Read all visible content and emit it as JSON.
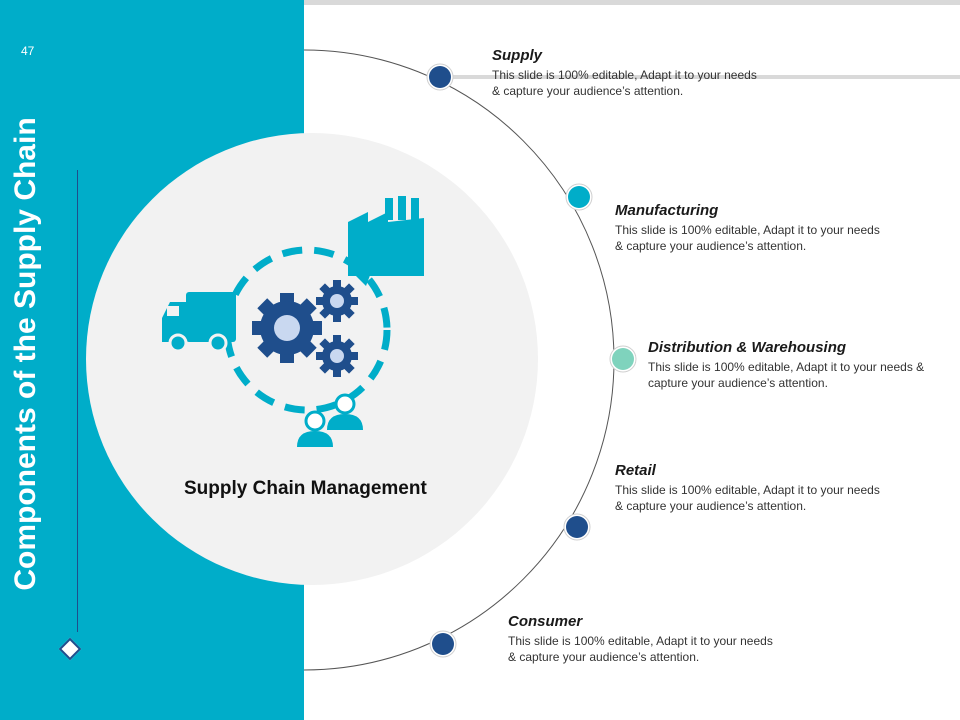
{
  "slide": {
    "page_number": "47",
    "title": "Components of the Supply Chain"
  },
  "center": {
    "label": "Supply Chain Management",
    "icons": [
      "truck-icon",
      "gears-icon",
      "factory-icon",
      "people-icon"
    ]
  },
  "components": [
    {
      "title": "Supply",
      "desc": "This slide is 100% editable, Adapt it to your needs & capture your audience’s attention.",
      "color": "#1f4e8c"
    },
    {
      "title": "Manufacturing",
      "desc": "This slide is 100% editable, Adapt it to your needs & capture your audience’s attention.",
      "color": "#00adc9"
    },
    {
      "title": "Distribution & Warehousing",
      "desc": "This slide is 100% editable, Adapt it to your needs & capture your audience’s attention.",
      "color": "#7fd3bd"
    },
    {
      "title": "Retail",
      "desc": "This slide is 100% editable, Adapt it to your needs & capture your audience’s attention.",
      "color": "#1f4e8c"
    },
    {
      "title": "Consumer",
      "desc": "This slide is 100% editable, Adapt it to your needs & capture your audience’s attention.",
      "color": "#1f4e8c"
    }
  ],
  "colors": {
    "accent": "#00adc9",
    "dark_blue": "#1f4e8c",
    "mint": "#7fd3bd",
    "light_gray": "#f2f2f2"
  }
}
